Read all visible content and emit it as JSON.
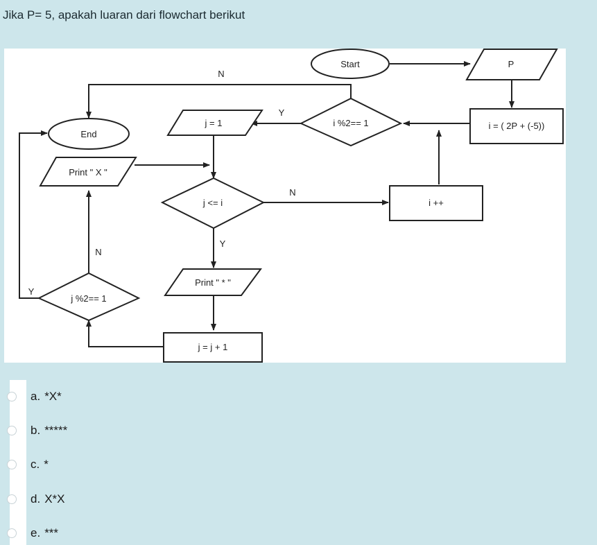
{
  "question": "Jika P= 5, apakah luaran dari flowchart berikut",
  "flowchart": {
    "start": "Start",
    "input_p": "P",
    "assign_i": "i = ( 2P + (-5))",
    "cond_i": "i %2== 1",
    "assign_j": "j = 1",
    "end": "End",
    "print_x": "Print \" X \"",
    "cond_j_le_i": "j <= i",
    "inc_i": "i ++",
    "print_star": "Print \" * \"",
    "cond_j": "j %2== 1",
    "inc_j": "j = j + 1",
    "labels": {
      "n_top": "N",
      "y_top": "Y",
      "n_mid": "N",
      "y_mid": "Y",
      "n_left": "N",
      "y_left": "Y"
    }
  },
  "options": [
    {
      "letter": "a.",
      "text": "*X*"
    },
    {
      "letter": "b.",
      "text": "*****"
    },
    {
      "letter": "c.",
      "text": "*"
    },
    {
      "letter": "d.",
      "text": "X*X"
    },
    {
      "letter": "e.",
      "text": "***"
    }
  ]
}
